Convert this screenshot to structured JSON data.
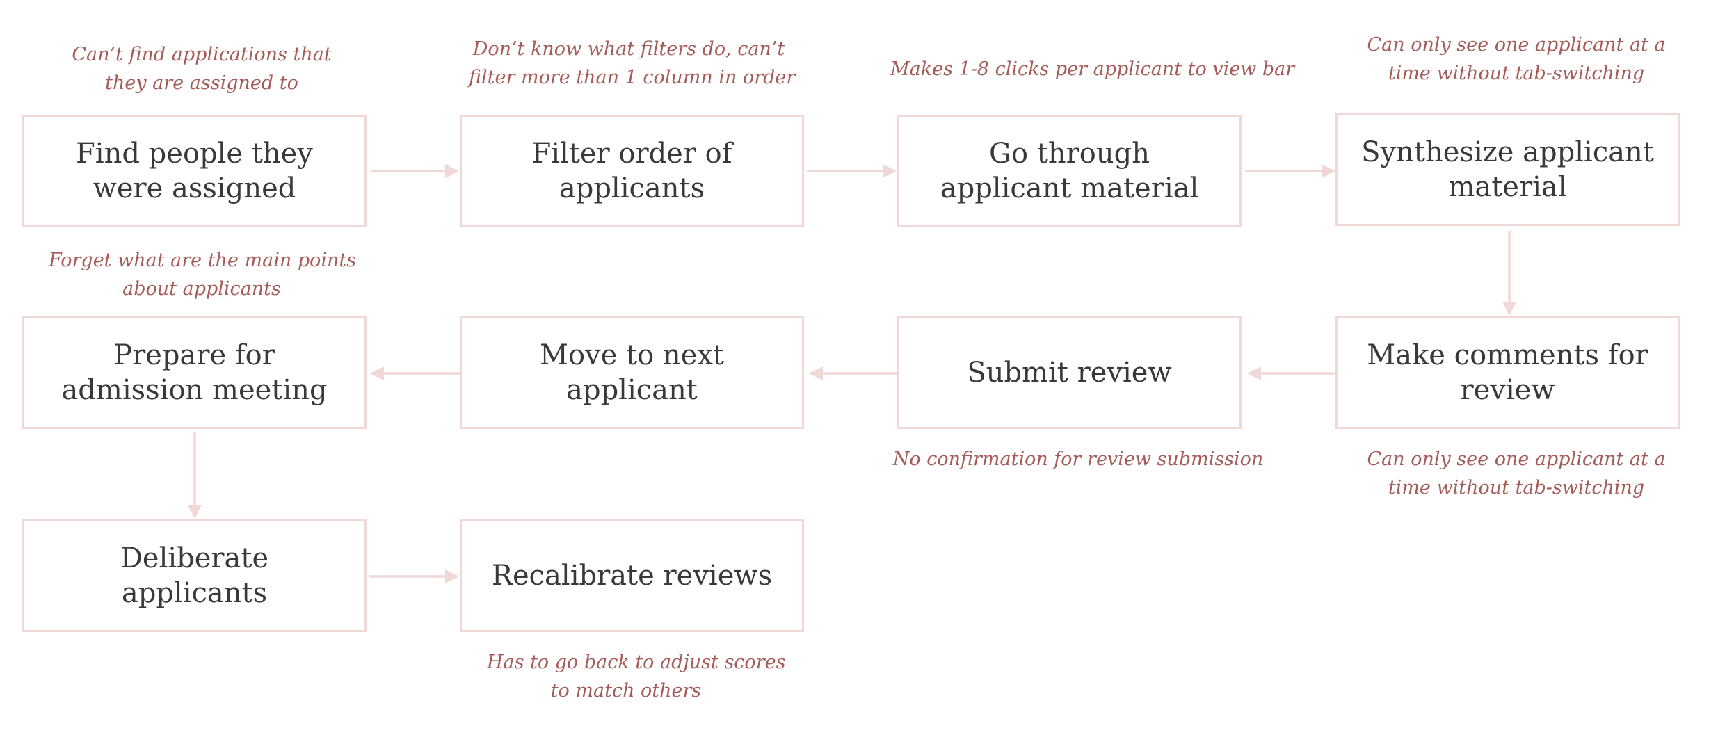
{
  "theme": {
    "box_border_color": "#f0d8d6",
    "arrow_color": "#f0d8d6",
    "text_color": "#3c3838",
    "note_color": "#a55c58"
  },
  "steps": {
    "find_people": "Find people they were assigned",
    "filter_order": "Filter order of applicants",
    "go_through_material": "Go through applicant material",
    "synthesize_material": "Synthesize applicant material",
    "make_comments": "Make comments for review",
    "submit_review": "Submit review",
    "move_next": "Move to next applicant",
    "prepare_meeting": "Prepare for admission meeting",
    "deliberate": "Deliberate applicants",
    "recalibrate": "Recalibrate reviews"
  },
  "pain_points": {
    "find_people": [
      "Can’t find applications that",
      "they are assigned to"
    ],
    "filter_order": [
      "Don’t know what filters do, can’t",
      "filter more than 1 column in order"
    ],
    "go_through_material": [
      "Makes 1-8 clicks per applicant to view bar"
    ],
    "synthesize_material": [
      "Can only see one applicant at a",
      "time without tab-switching"
    ],
    "prepare_meeting": [
      "Forget what are the main points",
      "about applicants"
    ],
    "submit_review": [
      "No confirmation for review submission"
    ],
    "make_comments": [
      "Can only see one applicant at a",
      "time without tab-switching"
    ],
    "recalibrate": [
      "Has to go back to adjust scores",
      "to match others"
    ]
  }
}
